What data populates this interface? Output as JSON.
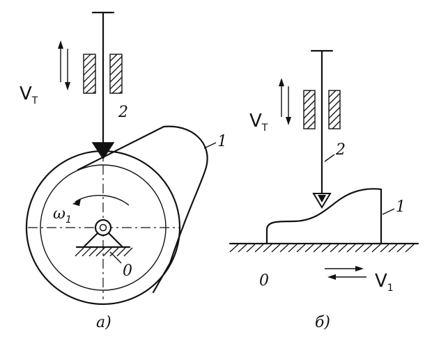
{
  "left_figure": {
    "caption": "а)",
    "velocity_symbol": "V",
    "velocity_subscript": "T",
    "omega_symbol": "ω",
    "omega_subscript": "1",
    "cam_label": "1",
    "follower_label": "2",
    "pivot_label": "0"
  },
  "right_figure": {
    "caption": "б)",
    "velocity_symbol": "V",
    "velocity_subscript": "T",
    "cam_velocity_symbol": "V",
    "cam_velocity_subscript": "1",
    "cam_label": "1",
    "follower_label": "2",
    "origin_label": "0"
  }
}
